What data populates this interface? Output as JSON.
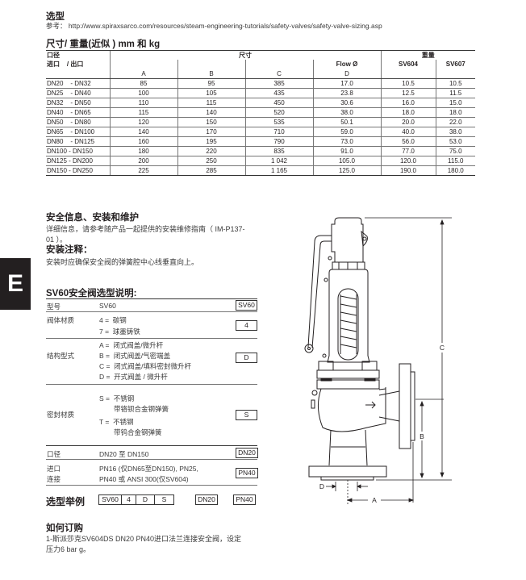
{
  "selection": {
    "title": "选型",
    "ref_label": "参考：",
    "ref_url": "http://www.spiraxsarco.com/resources/steam-engineering-tutorials/safety-valves/safety-valve-sizing.asp"
  },
  "dimensions": {
    "title": "尺寸/ 重量(近似 ) mm 和 kg",
    "header": {
      "port_size": "口径",
      "inlet_outlet": "进口    / 出口",
      "dimensions_group": "尺寸",
      "weight_group": "重量",
      "col_a": "A",
      "col_b": "B",
      "col_c": "C",
      "flow_label": "Flow Ø",
      "col_d": "D",
      "sv604": "SV604",
      "sv607": "SV607"
    },
    "rows": [
      {
        "port": "DN20    - DN32",
        "A": "85",
        "B": "95",
        "C": "385",
        "D": "17.0",
        "SV604": "10.5",
        "SV607": "10.5"
      },
      {
        "port": "DN25    - DN40",
        "A": "100",
        "B": "105",
        "C": "435",
        "D": "23.8",
        "SV604": "12.5",
        "SV607": "11.5"
      },
      {
        "port": "DN32    - DN50",
        "A": "110",
        "B": "115",
        "C": "450",
        "D": "30.6",
        "SV604": "16.0",
        "SV607": "15.0"
      },
      {
        "port": "DN40    - DN65",
        "A": "115",
        "B": "140",
        "C": "520",
        "D": "38.0",
        "SV604": "18.0",
        "SV607": "18.0"
      },
      {
        "port": "DN50    - DN80",
        "A": "120",
        "B": "150",
        "C": "535",
        "D": "50.1",
        "SV604": "20.0",
        "SV607": "22.0"
      },
      {
        "port": "DN65    - DN100",
        "A": "140",
        "B": "170",
        "C": "710",
        "D": "59.0",
        "SV604": "40.0",
        "SV607": "38.0"
      },
      {
        "port": "DN80    - DN125",
        "A": "160",
        "B": "195",
        "C": "790",
        "D": "73.0",
        "SV604": "56.0",
        "SV607": "53.0"
      },
      {
        "port": "DN100 - DN150",
        "A": "180",
        "B": "220",
        "C": "835",
        "D": "91.0",
        "SV604": "77.0",
        "SV607": "75.0"
      },
      {
        "port": "DN125 - DN200",
        "A": "200",
        "B": "250",
        "C": "1 042",
        "D": "105.0",
        "SV604": "120.0",
        "SV607": "115.0"
      },
      {
        "port": "DN150 - DN250",
        "A": "225",
        "B": "285",
        "C": "1 165",
        "D": "125.0",
        "SV604": "190.0",
        "SV607": "180.0"
      }
    ]
  },
  "safety": {
    "title": "安全信息、安装和维护",
    "text_line1": "详细信息，请参考随产品一起提供的安装维修指南（ IM-P137-",
    "text_line2": "01 ）。",
    "install_title": "安装注释：",
    "install_text": "安装时应确保安全阀的弹簧腔中心线垂直向上。"
  },
  "tab_letter": "E",
  "guide": {
    "title": "SV60安全阀选型说明:",
    "model_label": "型号",
    "model_value": "SV60",
    "model_code": "SV60",
    "body_label": "阀体材质",
    "body_opt1": "4 =  碳钢",
    "body_opt2": "7 =  球墨铸铁",
    "body_code": "4",
    "type_label": "结构型式",
    "type_opt_a": "A =  闭式阀盖/微升杆",
    "type_opt_b": "B =  闭式阀盖/气密端盖",
    "type_opt_c": "C =  闭式阀盖/填料密封微升杆",
    "type_opt_d": "D =  开式阀盖 / 微升杆",
    "type_code": "D",
    "seal_label": "密封材质",
    "seal_opt_s": "S =  不锈钢",
    "seal_opt_s2": "带铬钡合金钢弹簧",
    "seal_opt_t": "T =  不锈钢",
    "seal_opt_t2": "带钨合金钢弹簧",
    "seal_code": "S",
    "size_label": "口径",
    "size_value": "DN20 至 DN150",
    "size_code": "DN20",
    "conn_label1": "进口",
    "conn_label2": "连接",
    "conn_value1": "PN16 (仅DN65至DN150), PN25,",
    "conn_value2": "PN40 或 ANSI 300(仅SV604)",
    "conn_code": "PN40",
    "example_label": "选型举例",
    "example_codes": [
      "SV60",
      "4",
      "D",
      "S"
    ],
    "example_size": "DN20",
    "example_conn": "PN40"
  },
  "order": {
    "title": "如何订购",
    "text_line1": "1-斯派莎克SV604DS  DN20  PN40进口法兰连接安全阀，设定",
    "text_line2": "压力6 bar g。"
  },
  "drawing": {
    "label_a": "A",
    "label_b": "B",
    "label_c": "C",
    "label_d": "D"
  }
}
